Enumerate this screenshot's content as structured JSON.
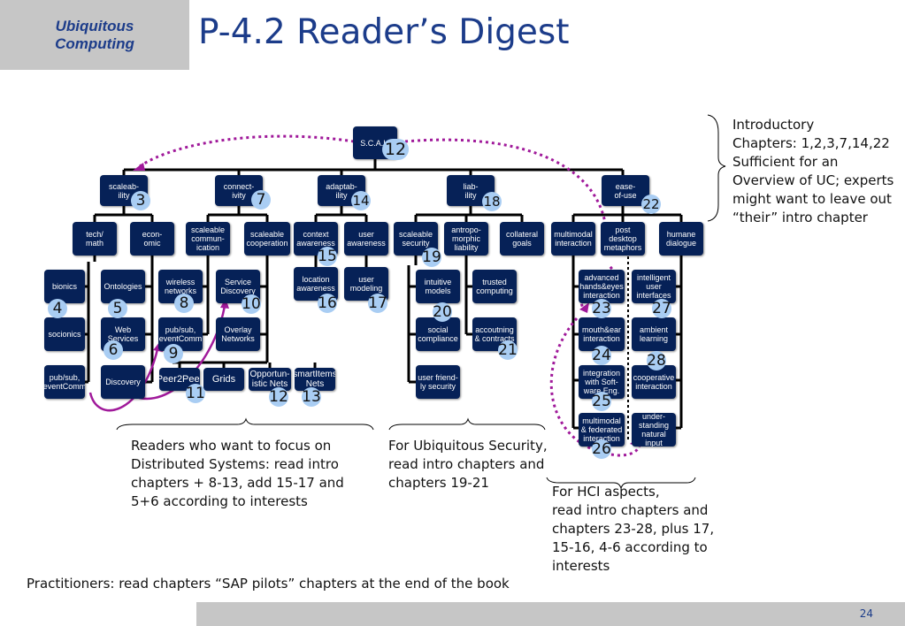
{
  "header": {
    "brand": "Ubiquitous\nComputing",
    "title": "P-4.2 Reader’s Digest"
  },
  "tree": {
    "root": {
      "label": "S.C.A.L.",
      "num": "12"
    },
    "categories": [
      {
        "label": "scaleab-\nility",
        "num": "3"
      },
      {
        "label": "connect-\nivity",
        "num": "7"
      },
      {
        "label": "adaptab-\nility",
        "num": "14"
      },
      {
        "label": "liab-\nility",
        "num": "18"
      },
      {
        "label": "ease-\nof-use",
        "num": "22"
      }
    ],
    "nodes": {
      "tech_math": "tech/\nmath",
      "economic": "econ-\nomic",
      "scaleable_communication": "scaleable\ncommun-\nication",
      "scaleable_cooperation": "scaleable\ncooperation",
      "context_awareness": "context\nawareness",
      "user_awareness": "user\nawareness",
      "scaleable_security": "scaleable\nsecurity",
      "antropomorphic_liability": "antropo-\nmorphic\nliability",
      "collateral_goals": "collateral\ngoals",
      "multimodal_interaction": "multimodal\ninteraction",
      "post_desktop_metaphors": "post\ndesktop\nmetaphors",
      "humane_dialogue": "humane\ndialogue",
      "bionics": "bionics",
      "ontologies": "Ontologies",
      "wireless_networks": "wireless\nnetworks",
      "service_discovery": "Service\nDiscovery",
      "location_awareness": "location\nawareness",
      "user_modeling": "user\nmodeling",
      "intuitive_models": "intuitive\nmodels",
      "trusted_computing": "trusted\ncomputing",
      "advanced_hands_eyes": "advanced\nhands&eyes\ninteraction",
      "intelligent_user_interfaces": "intelligent\nuser\ninterfaces",
      "socionics": "socionics",
      "web_services": "Web\nServices",
      "pubsub_event_comm_1": "pub/sub,\neventComm",
      "overlay_networks": "Overlay\nNetworks",
      "social_compliance": "social\ncompliance",
      "accounting_contracts": "accoutning\n& contracts",
      "mouth_ear": "mouth&ear\ninteraction",
      "ambient_learning": "ambient\nlearning",
      "pubsub_event_comm_2": "pub/sub,\neventComm",
      "discovery": "Discovery",
      "peer2peer": "Peer2Peer",
      "grids": "Grids",
      "opportunistic_nets": "Opportun-\nistic Nets",
      "smartitems_nets": "smartItems\nNets",
      "user_friendly_security": "user friend-\nly security",
      "integration_soft_eng": "integration\nwith Soft-\nware Eng.",
      "cooperative_interaction": "cooperative\ninteraction",
      "multimodal_federated": "multimodal\n& federated\ninteraction",
      "understanding_natural_input": "under-\nstanding\nnatural\ninput"
    },
    "numbers": {
      "n15": "15",
      "n16": "16",
      "n17": "17",
      "n19": "19",
      "n20": "20",
      "n21": "21",
      "n23": "23",
      "n24": "24",
      "n25": "25",
      "n26": "26",
      "n27": "27",
      "n28": "28",
      "n4": "4",
      "n5": "5",
      "n6": "6",
      "n8": "8",
      "n9": "9",
      "n10": "10",
      "n11": "11",
      "n12": "12",
      "n13": "13"
    }
  },
  "notes": {
    "intro": "Introductory\nChapters: 1,2,3,7,14,22\nSufficient for an\nOverview of UC; experts\nmight want to leave out\n“their” intro chapter",
    "distributed": "Readers who want to focus on\nDistributed Systems: read intro\nchapters + 8-13, add 15-17 and\n5+6 according to interests",
    "security": "For Ubiquitous Security,\nread intro chapters and\nchapters 19-21",
    "hci": "For HCI aspects,\nread intro chapters and\nchapters 23-28, plus 17,\n15-16, 4-6 according to\ninterests",
    "practitioners": "Practitioners: read chapters “SAP pilots” chapters at the end of the book"
  },
  "footer": {
    "page": "24"
  },
  "colors": {
    "box": "#062157",
    "badge": "#a9cdf3",
    "arrow_magenta": "#a0199a",
    "title": "#1c3c8a",
    "band": "#c6c6c6"
  }
}
